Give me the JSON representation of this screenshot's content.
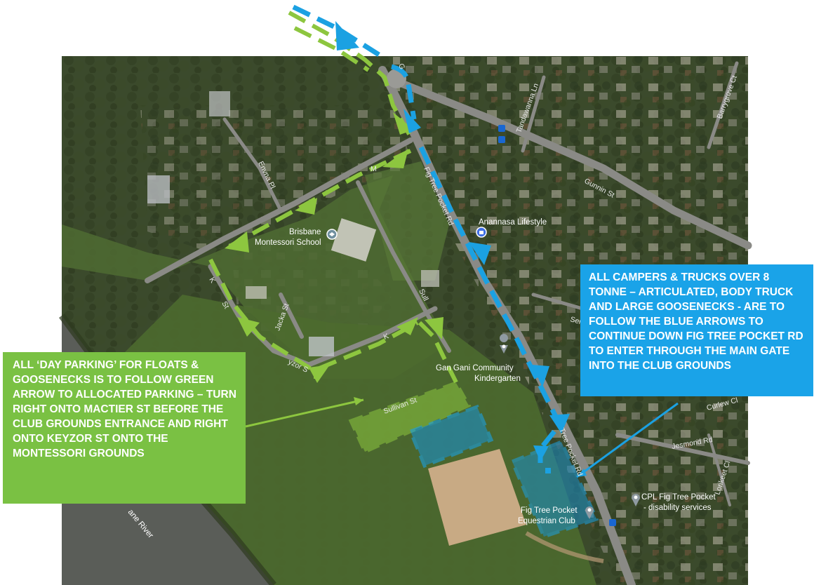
{
  "callouts": {
    "green": "ALL ‘DAY PARKING’ FOR FLOATS & GOOSENECKS IS TO FOLLOW GREEN ARROW TO ALLOCATED PARKING – TURN RIGHT ONTO MACTIER ST BEFORE THE CLUB GROUNDS ENTRANCE AND RIGHT ONTO KEYZOR ST ONTO THE MONTESSORI GROUNDS",
    "blue": "ALL CAMPERS & TRUCKS OVER 8 TONNE – ARTICULATED, BODY TRUCK AND LARGE GOOSENECKS - ARE TO FOLLOW THE BLUE ARROWS TO CONTINUE DOWN FIG TREE POCKET RD TO ENTER THROUGH THE MAIN GATE INTO THE CLUB GROUNDS"
  },
  "streets": {
    "fig_tree_pocket_rd": "Fig Tree Pocket Rd",
    "fig_tree_pocket_rd_lower": "Tree Pocket Rd",
    "gunnin_st": "Gunnin St",
    "tandawanna_ln": "Tandawanna Ln",
    "barrygrove": "Barrygrove Ct",
    "envna_pl": "Envna Pl",
    "mactier": "M",
    "keyzor_k": "K",
    "keyzor_st": "St",
    "keyzor_lower": "K",
    "keyzor_lower2": "yzor S",
    "jacka_st": "Jacka St",
    "sullivan": "Sull",
    "sullivan_lower": "Sullivan St",
    "serene_pl": "Serene Pl",
    "jesmond_rd": "Jesmond Rd",
    "curlew_cl": "Curlew Cl",
    "lorikeet_cl": "Lorikeet Cl",
    "river": "ane River",
    "top_g": "G"
  },
  "places": {
    "montessori_1": "Brisbane",
    "montessori_2": "Montessori School",
    "anannasa": "Anannasa Lifestyle",
    "gan_gani_1": "Gan Gani Community",
    "gan_gani_2": "Kindergarten",
    "equestrian_1": "Fig Tree Pocket",
    "equestrian_2": "Equestrian Club",
    "cpl_1": "CPL Fig Tree Pocket",
    "cpl_2": "- disability services"
  },
  "colors": {
    "green": "#8dc63f",
    "blue": "#1ba1e2",
    "green_callout": "#7ac143",
    "blue_callout": "#1aa3e8"
  },
  "icons": {
    "school": "school-icon",
    "shopping": "shopping-bag-icon",
    "pin": "map-pin-icon",
    "bus": "bus-stop-icon"
  }
}
